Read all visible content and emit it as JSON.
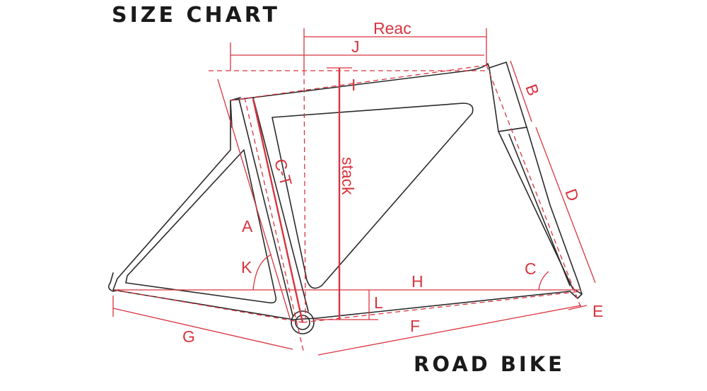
{
  "title": "SIZE CHART",
  "subtitle": "ROAD BIKE",
  "colors": {
    "dimension_lines": "#d8343f",
    "frame_outline": "#2a2a2a",
    "background": "#ffffff"
  },
  "labels": {
    "reach": "Reac",
    "j": "J",
    "i": "I",
    "b": "B",
    "ct": "C-T",
    "stack": "stack",
    "d": "D",
    "a": "A",
    "k": "K",
    "c": "C",
    "h": "H",
    "l": "L",
    "e": "E",
    "g": "G",
    "f": "F"
  }
}
